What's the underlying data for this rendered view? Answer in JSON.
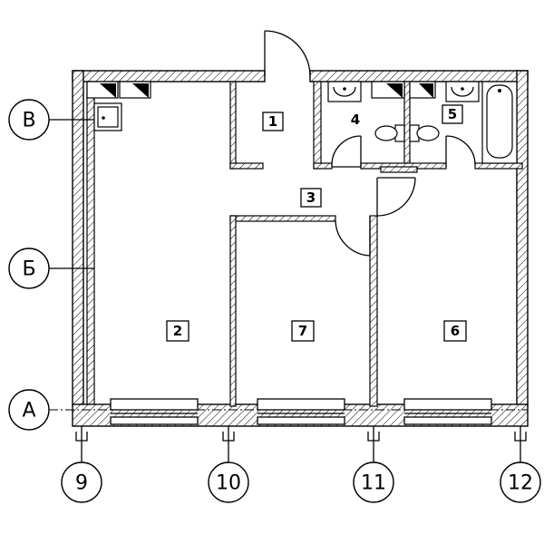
{
  "rooms": {
    "r1": "1",
    "r2": "2",
    "r3": "3",
    "r4": "4",
    "r5": "5",
    "r6": "6",
    "r7": "7"
  },
  "axes": {
    "row_v": "В",
    "row_b": "Б",
    "row_a": "А",
    "col_9": "9",
    "col_10": "10",
    "col_11": "11",
    "col_12": "12"
  },
  "colors": {
    "line": "#000000",
    "background": "#ffffff"
  }
}
